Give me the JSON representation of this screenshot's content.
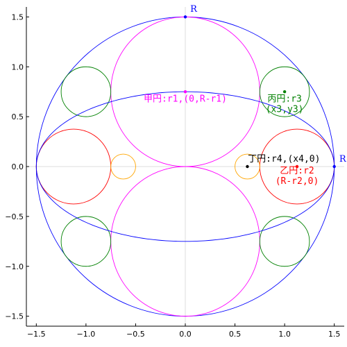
{
  "chart_data": {
    "type": "scatter",
    "xlim": [
      -1.6,
      1.6
    ],
    "ylim": [
      -1.6,
      1.6
    ],
    "grid": false,
    "x_ticks": [
      -1.5,
      -1.0,
      -0.5,
      0.0,
      0.5,
      1.0,
      1.5
    ],
    "y_ticks": [
      -1.5,
      -1.0,
      -0.5,
      0.0,
      0.5,
      1.0,
      1.5
    ],
    "x_tick_labels": [
      "−1.5",
      "−1.0",
      "−0.5",
      "0.0",
      "0.5",
      "1.0",
      "1.5"
    ],
    "y_tick_labels": [
      "−1.5",
      "−1.0",
      "−0.5",
      "0.0",
      "0.5",
      "1.0",
      "1.5"
    ],
    "circles": [
      {
        "cx": 0,
        "cy": 0,
        "r": 1.5,
        "color": "#0000ff"
      },
      {
        "cx": 0,
        "cy": 0.75,
        "r": 0.75,
        "color": "#ff00ff"
      },
      {
        "cx": 0,
        "cy": -0.75,
        "r": 0.75,
        "color": "#ff00ff"
      },
      {
        "cx": 1.125,
        "cy": 0,
        "r": 0.375,
        "color": "#ff0000"
      },
      {
        "cx": -1.125,
        "cy": 0,
        "r": 0.375,
        "color": "#ff0000"
      },
      {
        "cx": 1.0,
        "cy": 0.75,
        "r": 0.25,
        "color": "#008000"
      },
      {
        "cx": -1.0,
        "cy": 0.75,
        "r": 0.25,
        "color": "#008000"
      },
      {
        "cx": 1.0,
        "cy": -0.75,
        "r": 0.25,
        "color": "#008000"
      },
      {
        "cx": -1.0,
        "cy": -0.75,
        "r": 0.25,
        "color": "#008000"
      },
      {
        "cx": 0.625,
        "cy": 0,
        "r": 0.125,
        "color": "#ffa500"
      },
      {
        "cx": -0.625,
        "cy": 0,
        "r": 0.125,
        "color": "#ffa500"
      }
    ],
    "ellipse_arcs": [
      {
        "cx": 0,
        "cy": 0,
        "a": 1.5,
        "b": 0.75,
        "side": "upper",
        "color": "#0000ff"
      },
      {
        "cx": 0,
        "cy": 0,
        "a": 1.5,
        "b": 0.75,
        "side": "lower",
        "color": "#0000ff"
      }
    ],
    "points": [
      {
        "x": 0,
        "y": 1.5,
        "color": "#0000ff"
      },
      {
        "x": 1.5,
        "y": 0,
        "color": "#0000ff"
      },
      {
        "x": 0,
        "y": 0.75,
        "color": "#ff00ff"
      },
      {
        "x": 1.0,
        "y": 0.75,
        "color": "#008000"
      },
      {
        "x": 0.625,
        "y": 0,
        "color": "#000000"
      },
      {
        "x": 1.125,
        "y": 0,
        "color": "#ff0000"
      }
    ],
    "annotations": [
      {
        "lines": [
          "R"
        ],
        "x": 0.05,
        "y": 1.55,
        "color": "#0000ff",
        "anchor": "start"
      },
      {
        "lines": [
          "R"
        ],
        "x": 1.55,
        "y": 0.05,
        "color": "#0000ff",
        "anchor": "start"
      },
      {
        "lines": [
          "甲円:r1,(0,R-r1)"
        ],
        "x": 0,
        "y": 0.65,
        "color": "#ff00ff",
        "anchor": "middle"
      },
      {
        "lines": [
          "丙円:r3",
          "(x3,y3)"
        ],
        "x": 1.0,
        "y": 0.65,
        "color": "#008000",
        "anchor": "middle"
      },
      {
        "lines": [
          "丁円:r4,(x4,0)"
        ],
        "x": 0.63,
        "y": 0.05,
        "color": "#000000",
        "anchor": "start"
      },
      {
        "lines": [
          "乙円:r2",
          "(R-r2,0)"
        ],
        "x": 1.125,
        "y": -0.07,
        "color": "#ff0000",
        "anchor": "middle"
      }
    ]
  }
}
